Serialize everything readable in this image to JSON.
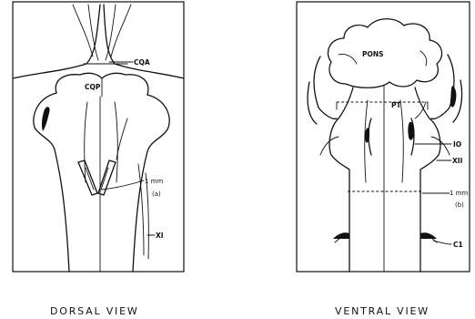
{
  "dorsal": {
    "labels": {
      "cqa": "CQA",
      "cqp": "CQP",
      "scale": "1 mm",
      "a": "(a)",
      "xi": "XI"
    },
    "caption": "DORSAL VIEW"
  },
  "ventral": {
    "labels": {
      "pons": "PONS",
      "pt": "PT",
      "io": "IO",
      "xii": "XII",
      "scale": "1 mm",
      "b": "(b)",
      "c1": "C1"
    },
    "caption": "VENTRAL VIEW"
  }
}
